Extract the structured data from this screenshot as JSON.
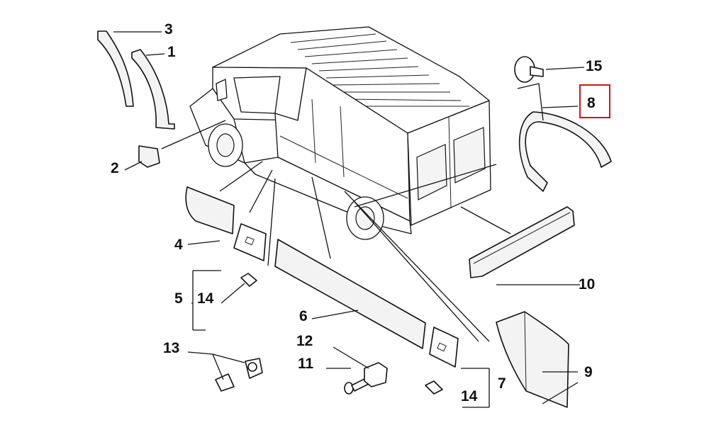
{
  "callouts": {
    "c1": "1",
    "c2": "2",
    "c3": "3",
    "c4": "4",
    "c5": "5",
    "c6": "6",
    "c7": "7",
    "c8": "8",
    "c9": "9",
    "c10": "10",
    "c11": "11",
    "c12": "12",
    "c13": "13",
    "c14a": "14",
    "c14b": "14",
    "c15": "15"
  },
  "highlight_color": "#d0161b"
}
